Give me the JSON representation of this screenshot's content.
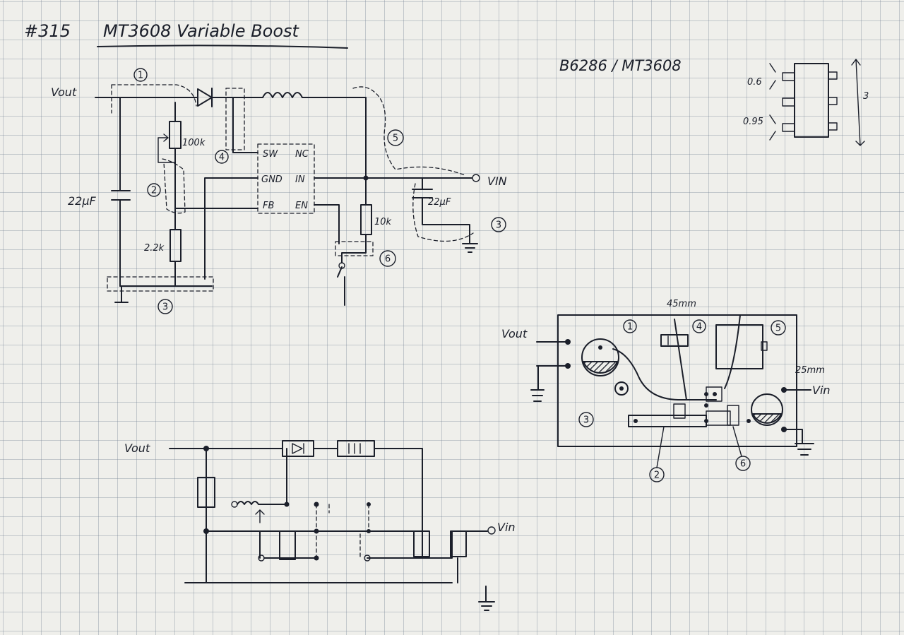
{
  "title": {
    "number": "#315",
    "name": "MT3608 Variable Boost"
  },
  "chip_note": "B6286 / MT3608",
  "package": {
    "pitch": "0.6",
    "spacing": "0.95",
    "width": "3"
  },
  "schematic": {
    "vout": "Vout",
    "vin": "VIN",
    "pins": [
      "SW",
      "NC",
      "GND",
      "IN",
      "FB",
      "EN"
    ],
    "components": {
      "pot": "100k",
      "cap_out": "22µF",
      "cap_in": "22µF",
      "r_bottom": "2.2k",
      "r_en": "10k"
    },
    "nets": [
      "1",
      "2",
      "3",
      "4",
      "5",
      "6",
      "3"
    ]
  },
  "stripboard": {
    "vout": "Vout",
    "vin": "Vin"
  },
  "pcb": {
    "vout": "Vout",
    "vin": "Vin",
    "dim_width": "45mm",
    "dim_height": "25mm",
    "nets": [
      "1",
      "4",
      "5",
      "3",
      "2",
      "6"
    ]
  },
  "colors": {
    "ink": "#1b1f2a",
    "paper": "#efefeb",
    "grid": "#8795a0"
  }
}
